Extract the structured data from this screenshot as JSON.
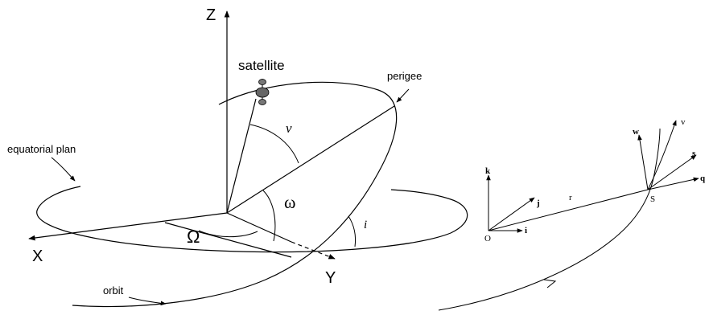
{
  "left_diagram": {
    "axis_z": "Z",
    "axis_x": "X",
    "axis_y": "Y",
    "satellite": "satellite",
    "perigee": "perigee",
    "equatorial_plan": "equatorial plan",
    "orbit": "orbit",
    "nu": "v",
    "omega_small": "ω",
    "omega_capital": "Ω",
    "inclination": "i"
  },
  "right_diagram": {
    "k": "k",
    "j": "j",
    "i": "i",
    "origin": "O",
    "r": "r",
    "S": "S",
    "w": "w",
    "v": "v",
    "s": "s",
    "q": "q"
  }
}
